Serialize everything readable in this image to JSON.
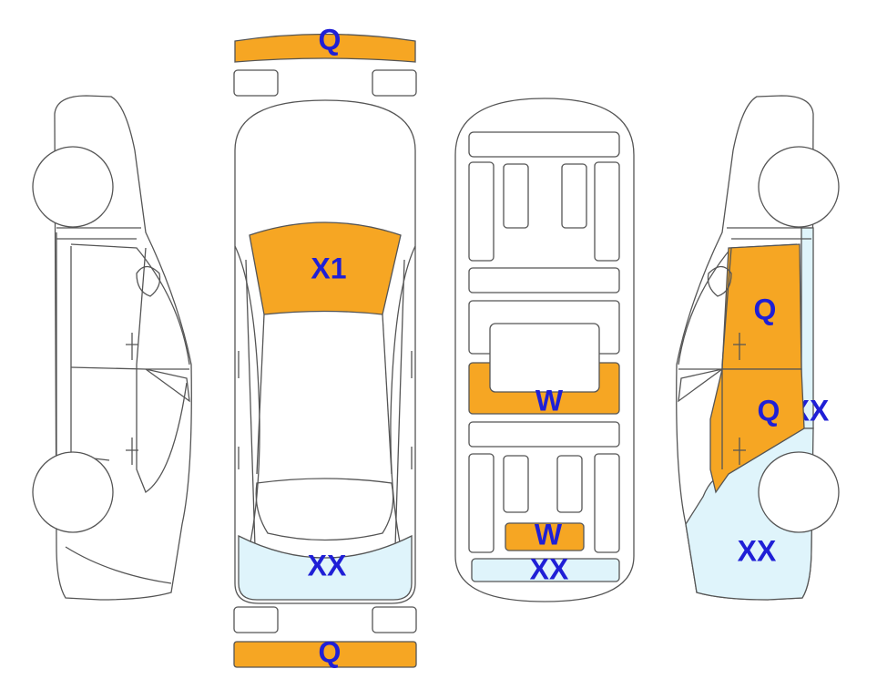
{
  "colors": {
    "damage_orange": "#f6a623",
    "damage_light_blue": "#dff4fb",
    "label_blue": "#1f1fd6",
    "outline": "#555555"
  },
  "labels": {
    "front_bumper": "Q",
    "windshield": "X1",
    "rear_window": "XX",
    "rear_bumper": "Q",
    "under_middle": "W",
    "under_rear": "W",
    "under_rear_band": "XX",
    "right_front_door": "Q",
    "right_rear_door": "Q",
    "right_rear_pillar": "XX",
    "right_rear_quarter": "XX"
  }
}
